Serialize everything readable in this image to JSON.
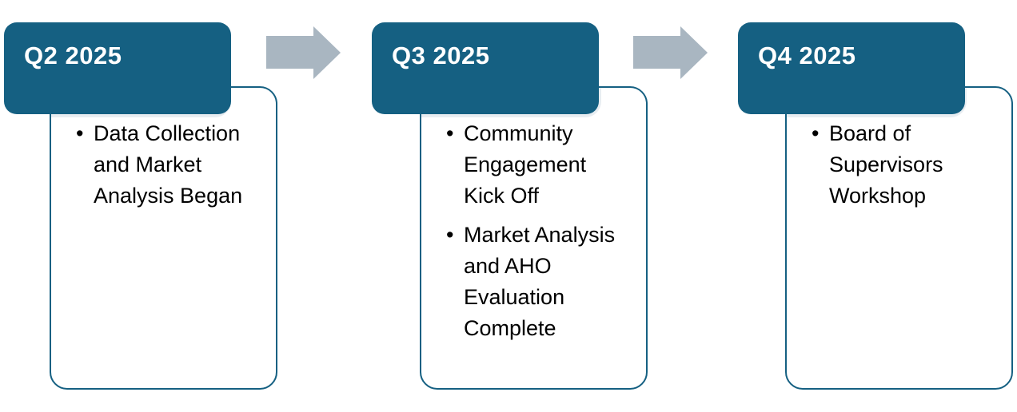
{
  "diagram": {
    "type": "process-timeline",
    "stages": [
      {
        "title": "Q2 2025",
        "bullets": [
          "Data Collection and Market Analysis Began"
        ]
      },
      {
        "title": "Q3 2025",
        "bullets": [
          "Community Engagement Kick Off",
          "Market Analysis and AHO Evaluation Complete"
        ]
      },
      {
        "title": "Q4 2025",
        "bullets": [
          "Board of Supervisors Workshop"
        ]
      }
    ],
    "connectors": [
      {
        "icon": "arrow-right-icon",
        "from": "Q2 2025",
        "to": "Q3 2025"
      },
      {
        "icon": "arrow-right-icon",
        "from": "Q3 2025",
        "to": "Q4 2025"
      }
    ],
    "colors": {
      "header_background": "#156082",
      "header_text": "#ffffff",
      "card_border": "#156082",
      "card_background": "#ffffff",
      "accent_band": "#e8edf1",
      "arrow": "#a9b6c1",
      "bullet_text": "#000000"
    }
  }
}
